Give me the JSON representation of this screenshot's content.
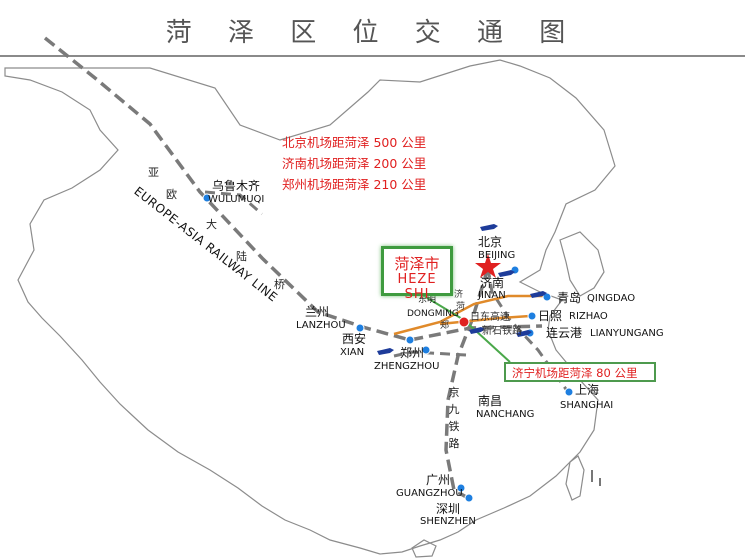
{
  "title": "菏 泽 区 位 交 通 图",
  "colors": {
    "accent_red": "#e02020",
    "box_green": "#3f9b3f",
    "rail_gray": "#7a7a7a",
    "highway_orange": "#e08a2a",
    "city_blue": "#1e7fe0"
  },
  "notes": [
    "北京机场距菏泽 500 公里",
    "济南机场距菏泽 200 公里",
    "郑州机场距菏泽 210 公里"
  ],
  "heze": {
    "zh": "菏泽市",
    "en": "HEZE SHI"
  },
  "jining_note": "济宁机场距菏泽 80 公里",
  "railway": {
    "en": "EUROPE-ASIA RAILWAY LINE",
    "zh": [
      "亚",
      "欧",
      "大",
      "陆",
      "桥"
    ]
  },
  "jingjiu": [
    "京",
    "九",
    "铁",
    "路"
  ],
  "cities": {
    "urumqi": {
      "zh": "乌鲁木齐",
      "en": "WULUMUQI"
    },
    "beijing": {
      "zh": "北京",
      "en": "BEIJING"
    },
    "jinan": {
      "zh": "济南",
      "en": "JINAN"
    },
    "qingdao": {
      "zh": "青岛",
      "en": "QINGDAO"
    },
    "rizhao": {
      "zh": "日照",
      "en": "RIZHAO"
    },
    "lianyungang": {
      "zh": "连云港",
      "en": "LIANYUNGANG"
    },
    "dongming": {
      "zh": "东明",
      "en": "DONGMING"
    },
    "lanzhou": {
      "zh": "兰州",
      "en": "LANZHOU"
    },
    "xian": {
      "zh": "西安",
      "en": "XIAN"
    },
    "zhengzhou": {
      "zh": "郑州",
      "en": "ZHENGZHOU"
    },
    "shanghai": {
      "zh": "上海",
      "en": "SHANGHAI"
    },
    "nanchang": {
      "zh": "南昌",
      "en": "NANCHANG"
    },
    "guangzhou": {
      "zh": "广州",
      "en": "GUANGZHOU"
    },
    "shenzhen": {
      "zh": "深圳",
      "en": "SHENZHEN"
    }
  },
  "roads": {
    "ridong": "日东高速",
    "xinshi": "新石铁路",
    "ji": "济",
    "he": "菏",
    "zheng": "郑"
  }
}
